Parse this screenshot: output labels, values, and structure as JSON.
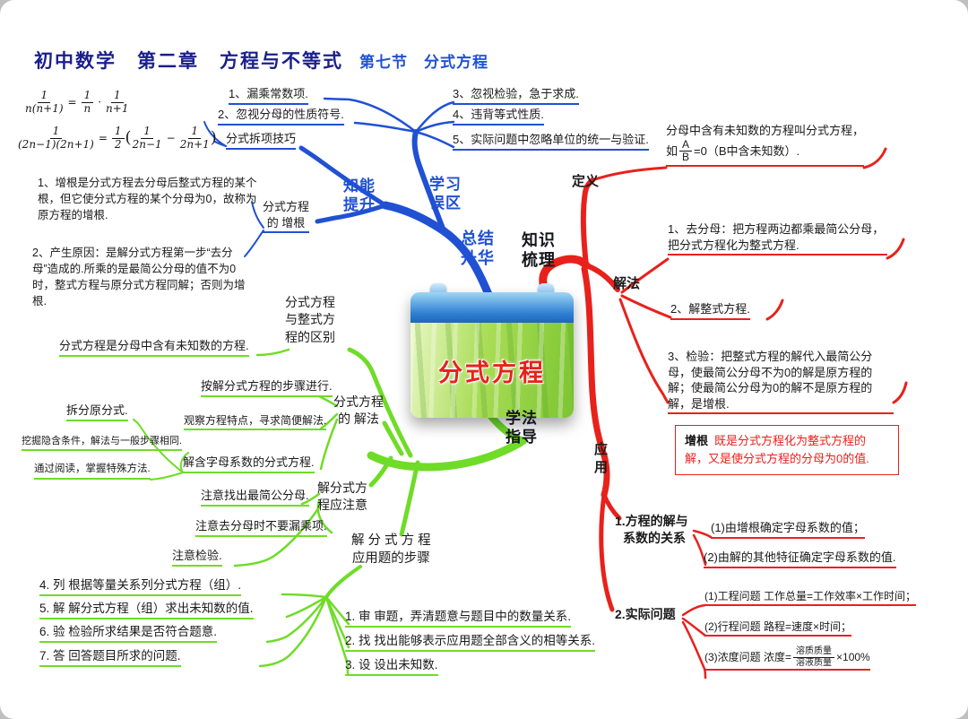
{
  "colors": {
    "blue": "#2051d3",
    "red": "#e8211c",
    "green": "#6fdc28",
    "navy": "#1a1f8c",
    "ink": "#1a1a1a"
  },
  "title": {
    "main": "初中数学　第二章　方程与不等式",
    "section": "第七节　分式方程"
  },
  "center": {
    "label": "分式方程"
  },
  "hub_labels": {
    "summary": {
      "line1": "总结",
      "line2": "升华"
    },
    "knowledge": {
      "line1": "知识",
      "line2": "梳理"
    },
    "study": {
      "line1": "学法",
      "line2": "指导"
    },
    "improve": {
      "line1": "知能",
      "line2": "提升"
    },
    "mistakes": {
      "line1": "学习",
      "line2": "误区"
    }
  },
  "blue": {
    "chaixiang": "分式拆项技巧",
    "formula1": {
      "n1": "1",
      "d1": "n(n+1)",
      "eq": "=",
      "n2": "1",
      "d2": "n",
      "op": "·",
      "n3": "1",
      "d3": "n+1"
    },
    "formula2": {
      "n1": "1",
      "d1": "(2n−1)(2n+1)",
      "eq": "=",
      "n2": "1",
      "d2": "2",
      "open": "(",
      "n3": "1",
      "d3": "2n−1",
      "op": "−",
      "n4": "1",
      "d4": "2n+1",
      "close": ")"
    },
    "zenggen_label": {
      "line1": "分式方程",
      "line2": "的 增根"
    },
    "zenggen_point1": "1、增根是分式方程去分母后整式方程的某个根，但它使分式方程的某个分母为0，故称为原方程的增根.",
    "zenggen_point2": "2、产生原因：是解分式方程第一步“去分母”造成的.所乘的是最简公分母的值不为0时，整式方程与原分式方程同解；否则为增根.",
    "mistake_items": [
      "1、漏乘常数项.",
      "2、忽视分母的性质符号.",
      "3、忽视检验，急于求成.",
      "4、违背等式性质.",
      "5、实际问题中忽略单位的统一与验证."
    ]
  },
  "red": {
    "dingyi": "定义",
    "def_line1": "分母中含有未知数的方程叫分式方程，",
    "def_pre": "如",
    "def_frac": {
      "n": "A",
      "d": "B"
    },
    "def_post": "=0（B中含未知数）.",
    "jiefa": "解法",
    "jiefa_items": [
      "1、去分母：把方程两边都乘最简公分母，把分式方程化为整式方程.",
      "2、解整式方程.",
      "3、检验：把整式方程的解代入最简公分母，使最简公分母不为0的解是原方程的解；使最简公分母为0的解不是原方程的解，是增根."
    ],
    "zenggen_box": {
      "term": "增根",
      "body": "既是分式方程化为整式方程的解，又是使分式方程的分母为0的值."
    },
    "yingyong": {
      "line1": "应",
      "line2": "用"
    },
    "app1_label": {
      "line1": "1.方程的解与",
      "line2": "系数的关系"
    },
    "app1_items": [
      "(1)由增根确定字母系数的值；",
      "(2)由解的其他特征确定字母系数的值."
    ],
    "app2_label": "2.实际问题",
    "app2_items": [
      "(1)工程问题 工作总量=工作效率×工作时间；",
      "(2)行程问题 路程=速度×时间；"
    ],
    "app2_item3": {
      "pre": "(3)浓度问题 浓度=",
      "frac_n": "溶质质量",
      "frac_d": "溶液质量",
      "post": "×100%"
    }
  },
  "green": {
    "qubie_label": {
      "line1": "分式方程",
      "line2": "与整式方",
      "line3": "程的区别"
    },
    "qubie_text": "分式方程是分母中含有未知数的方程.",
    "jiefa_label": {
      "line1": "分式方程",
      "line2": "的 解法"
    },
    "jiefa_items": [
      "按解分式方程的步骤进行.",
      "观察方程特点，寻求简便解法.",
      "解含字母系数的分式方程."
    ],
    "zimu_items": [
      "拆分原分式.",
      "挖掘隐含条件，解法与一般步骤相同.",
      "通过阅读，掌握特殊方法."
    ],
    "zhuyi_label": {
      "line1": "解分式方",
      "line2": "程应注意"
    },
    "zhuyi_items": [
      "注意找出最简公分母.",
      "注意去分母时不要漏乘项.",
      "注意检验."
    ],
    "buzhou_label": {
      "line1": "解 分 式 方 程",
      "line2": "应用题的步骤"
    },
    "steps_right": [
      "1. 审  审题，弄清题意与题目中的数量关系.",
      "2. 找  找出能够表示应用题全部含义的相等关系.",
      "3. 设  设出未知数."
    ],
    "steps_left": [
      "4. 列  根据等量关系列分式方程（组）.",
      "5. 解  解分式方程（组）求出未知数的值.",
      "6. 验  检验所求结果是否符合题意.",
      "7. 答  回答题目所求的问题."
    ]
  }
}
